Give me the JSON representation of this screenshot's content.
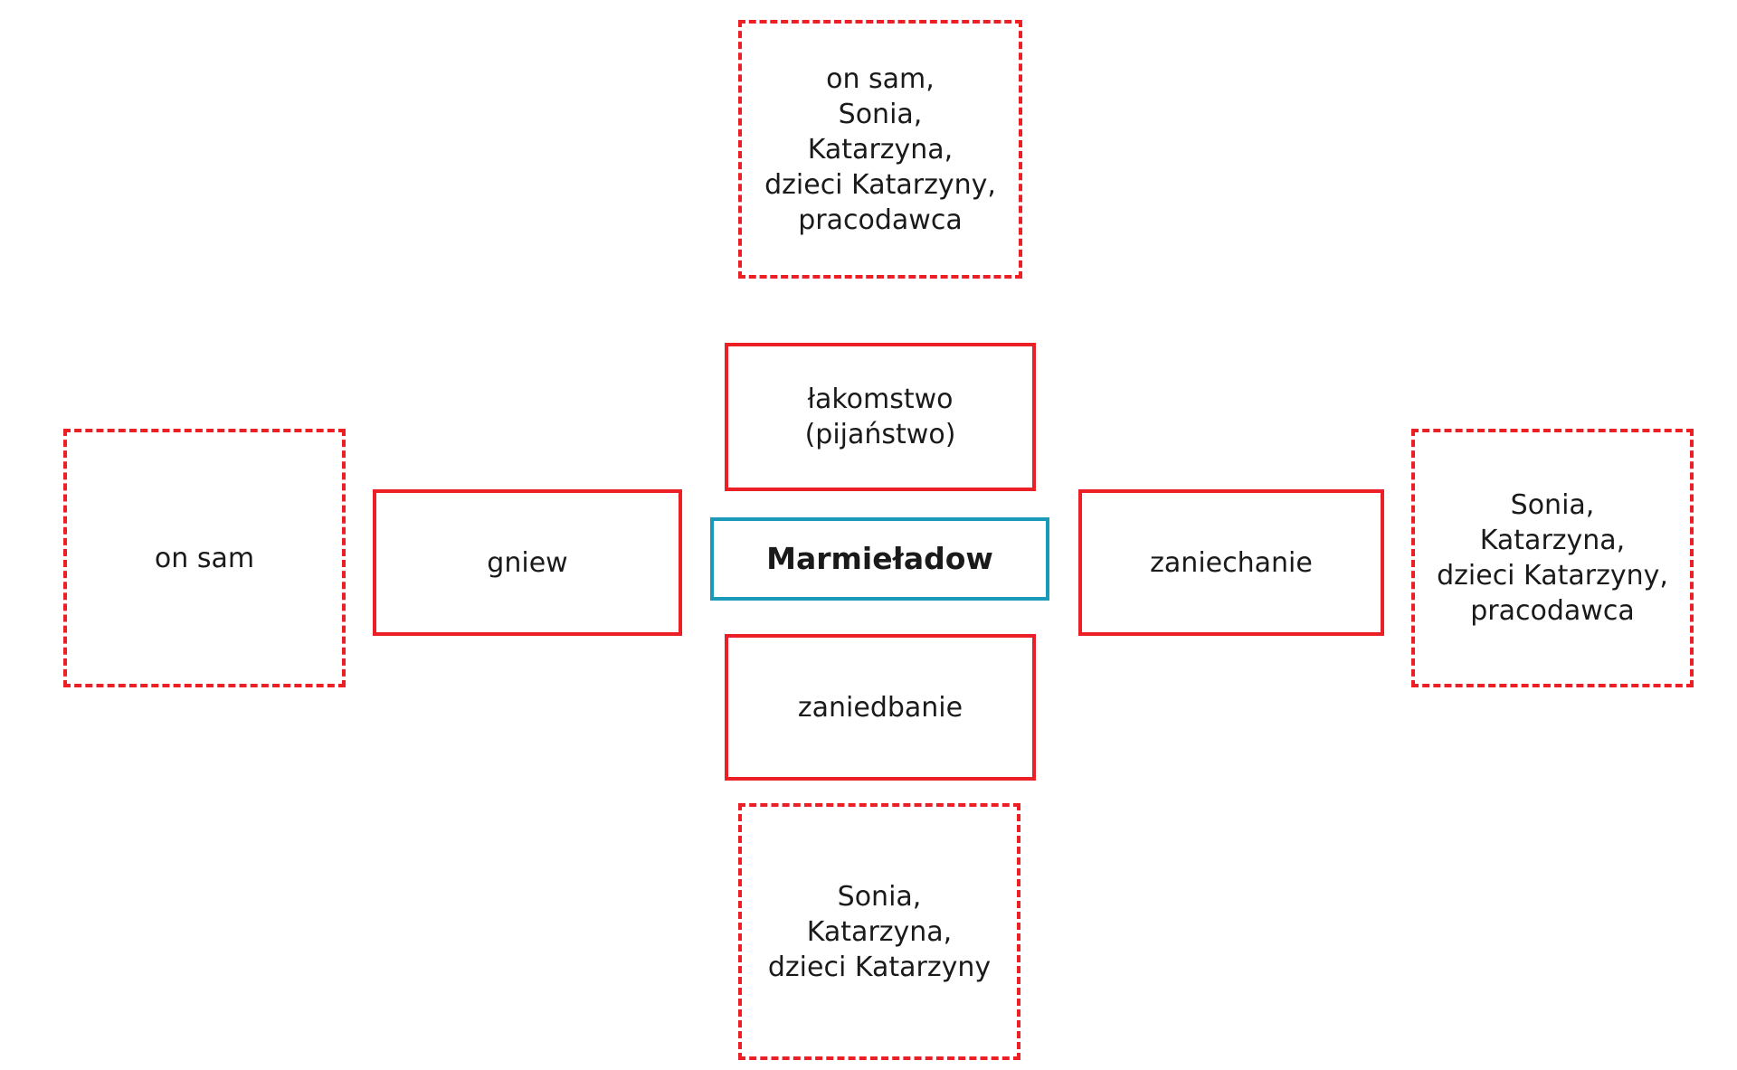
{
  "diagram": {
    "type": "cross-concept-map",
    "title_node": "Marmieładow",
    "palette": {
      "accent_solid": "#ec1f26",
      "accent_dashed": "#ec1f26",
      "center_border": "#1a9ab8",
      "background": "#ffffff",
      "text": "#1a1a1a"
    },
    "center": {
      "label": "Marmieładow",
      "border_style": "solid",
      "border_color": "#1a9ab8"
    },
    "inner_nodes": [
      {
        "id": "lakomstwo",
        "position": "top",
        "label": "łakomstwo\n(pijaństwo)",
        "border_style": "solid",
        "border_color": "#ec1f26"
      },
      {
        "id": "gniew",
        "position": "left",
        "label": "gniew",
        "border_style": "solid",
        "border_color": "#ec1f26"
      },
      {
        "id": "zaniechanie",
        "position": "right",
        "label": "zaniechanie",
        "border_style": "solid",
        "border_color": "#ec1f26"
      },
      {
        "id": "zaniedbanie",
        "position": "bottom",
        "label": "zaniedbanie",
        "border_style": "solid",
        "border_color": "#ec1f26"
      }
    ],
    "outer_nodes": [
      {
        "id": "outer-top",
        "position": "top",
        "label": "on sam,\nSonia,\nKatarzyna,\ndzieci Katarzyny,\npracodawca",
        "items": [
          "on sam,",
          "Sonia,",
          "Katarzyna,",
          "dzieci Katarzyny,",
          "pracodawca"
        ],
        "border_style": "dashed",
        "border_color": "#ec1f26"
      },
      {
        "id": "outer-left",
        "position": "left",
        "label": "on sam",
        "items": [
          "on sam"
        ],
        "border_style": "dashed",
        "border_color": "#ec1f26"
      },
      {
        "id": "outer-right",
        "position": "right",
        "label": "Sonia,\nKatarzyna,\ndzieci Katarzyny,\npracodawca",
        "items": [
          "Sonia,",
          "Katarzyna,",
          "dzieci Katarzyny,",
          "pracodawca"
        ],
        "border_style": "dashed",
        "border_color": "#ec1f26"
      },
      {
        "id": "outer-bottom",
        "position": "bottom",
        "label": "Sonia,\nKatarzyna,\ndzieci Katarzyny",
        "items": [
          "Sonia,",
          "Katarzyna,",
          "dzieci Katarzyny"
        ],
        "border_style": "dashed",
        "border_color": "#ec1f26"
      }
    ]
  }
}
